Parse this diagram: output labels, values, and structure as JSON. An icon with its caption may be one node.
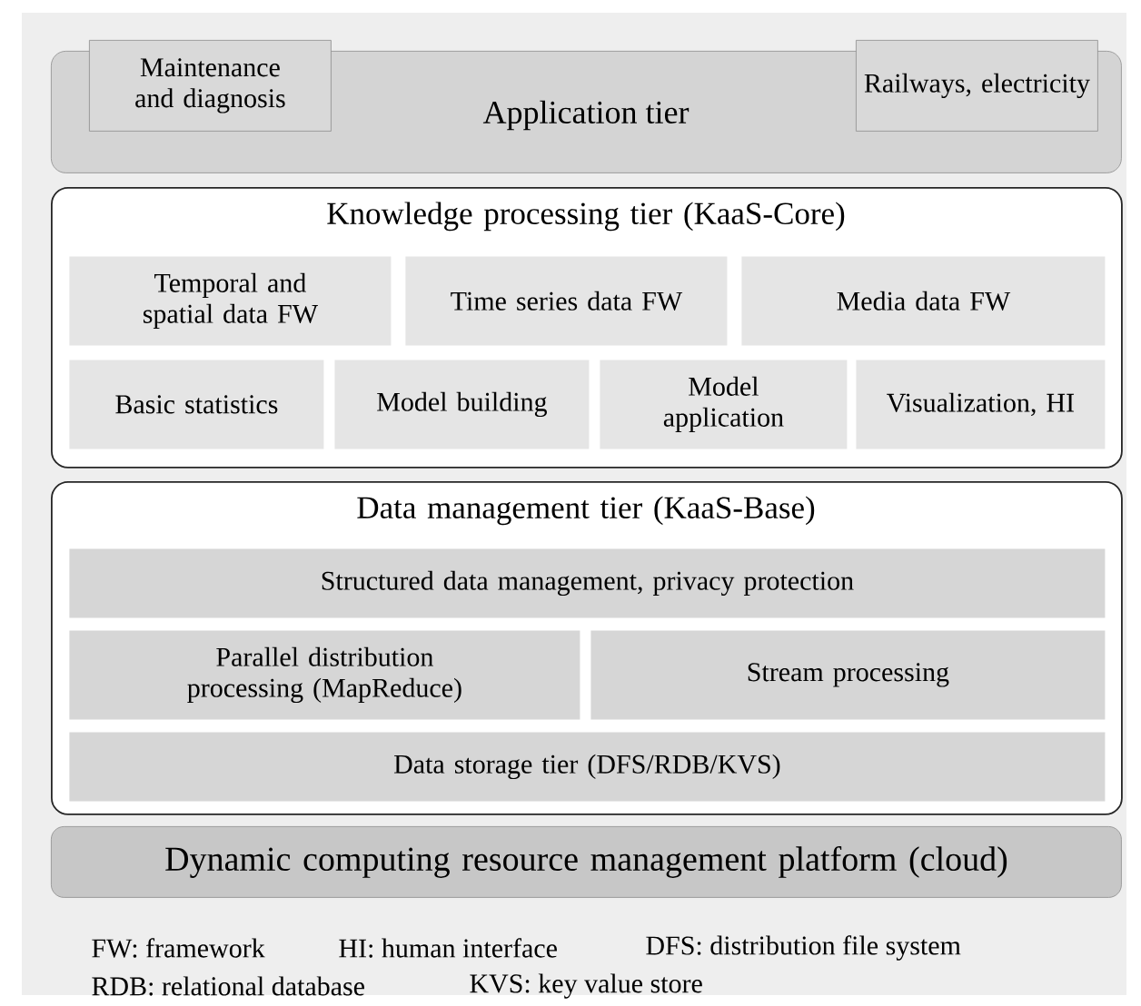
{
  "diagram": {
    "nodes": [
      {
        "text": [
          "Application tier"
        ]
      },
      {
        "text": [
          "Maintenance and diagnosis"
        ]
      },
      {
        "text": [
          "Railways, electricity"
        ]
      },
      {
        "text": [
          "Knowledge processing tier (KaaS-Core)"
        ]
      },
      {
        "text": [
          "Temporal and spatial data FW"
        ],
        "in": 3
      },
      {
        "text": [
          "Time series data FW"
        ],
        "in": 3
      },
      {
        "text": [
          "Media data FW"
        ],
        "in": 3
      },
      {
        "text": [
          "Basic statistics"
        ],
        "in": 3
      },
      {
        "text": [
          "Model building"
        ],
        "in": 3
      },
      {
        "text": [
          "Model application"
        ],
        "in": 3
      },
      {
        "text": [
          "Visualization, HI"
        ],
        "in": 3
      },
      {
        "text": [
          "Data management tier (KaaS-Base)"
        ]
      },
      {
        "text": [
          "Structured data management, privacy protection"
        ],
        "in": 11
      },
      {
        "text": [
          "Parallel distribution processing (MapReduce)"
        ],
        "in": 11
      },
      {
        "text": [
          "Stream processing"
        ],
        "in": 11
      },
      {
        "text": [
          "Data storage tier (DFS/RDB/KVS)"
        ],
        "in": 11
      },
      {
        "text": [
          "Dynamic computing resource management platform (cloud)"
        ]
      }
    ],
    "edges": [],
    "labels": [
      "FW: framework",
      "HI: human interface",
      "DFS: distribution file system",
      "RDB: relational database",
      "KVS: key value store"
    ]
  }
}
